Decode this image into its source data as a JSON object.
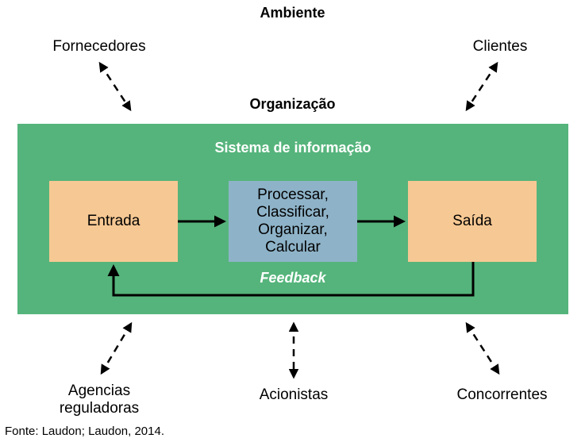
{
  "environment": {
    "title": "Ambiente"
  },
  "organization": {
    "title": "Organização",
    "color": "#55b47b"
  },
  "system": {
    "title": "Sistema de informação",
    "input": "Entrada",
    "process_lines": [
      "Processar,",
      "Classificar,",
      "Organizar,",
      "Calcular"
    ],
    "output": "Saída",
    "feedback": "Feedback"
  },
  "actors": {
    "suppliers": "Fornecedores",
    "customers": "Clientes",
    "regulators_lines": [
      "Agencias",
      "reguladoras"
    ],
    "shareholders": "Acionistas",
    "competitors": "Concorrentes"
  },
  "source": "Fonte: Laudon; Laudon, 2014."
}
